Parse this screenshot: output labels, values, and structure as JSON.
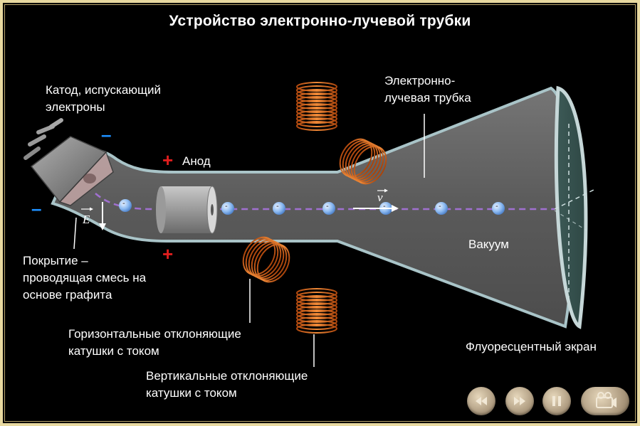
{
  "title": "Устройство электронно-лучевой трубки",
  "labels": {
    "cathode": [
      "Катод, испускающий",
      "электроны"
    ],
    "tube": [
      "Электронно-",
      "лучевая трубка"
    ],
    "anode": "Анод",
    "coating": [
      "Покрытие –",
      "проводящая смесь на",
      "основе графита"
    ],
    "vacuum": "Вакуум",
    "horizontal_coils": [
      "Горизонтальные отклоняющие",
      "катушки с током"
    ],
    "vertical_coils": [
      "Вертикальные отклоняющие",
      "катушки с током"
    ],
    "screen": "Флуоресцентный экран",
    "field_vector": "E",
    "velocity_vector": "v",
    "electron_charge": "-"
  },
  "signs": {
    "plus": "+",
    "minus": "–"
  },
  "colors": {
    "tube_fill": "#6e6e6e",
    "tube_outline": "#a9c4c8",
    "coil": "#e0701e",
    "electron": "#8ab8f0",
    "beam": "#a070d0",
    "plus": "#e01e1e",
    "minus": "#1e90ff"
  },
  "controls": [
    {
      "name": "rewind-button",
      "icon": "rewind-icon"
    },
    {
      "name": "fast-forward-button",
      "icon": "fast-forward-icon"
    },
    {
      "name": "pause-button",
      "icon": "pause-icon"
    },
    {
      "name": "camera-button",
      "icon": "camera-icon"
    }
  ]
}
